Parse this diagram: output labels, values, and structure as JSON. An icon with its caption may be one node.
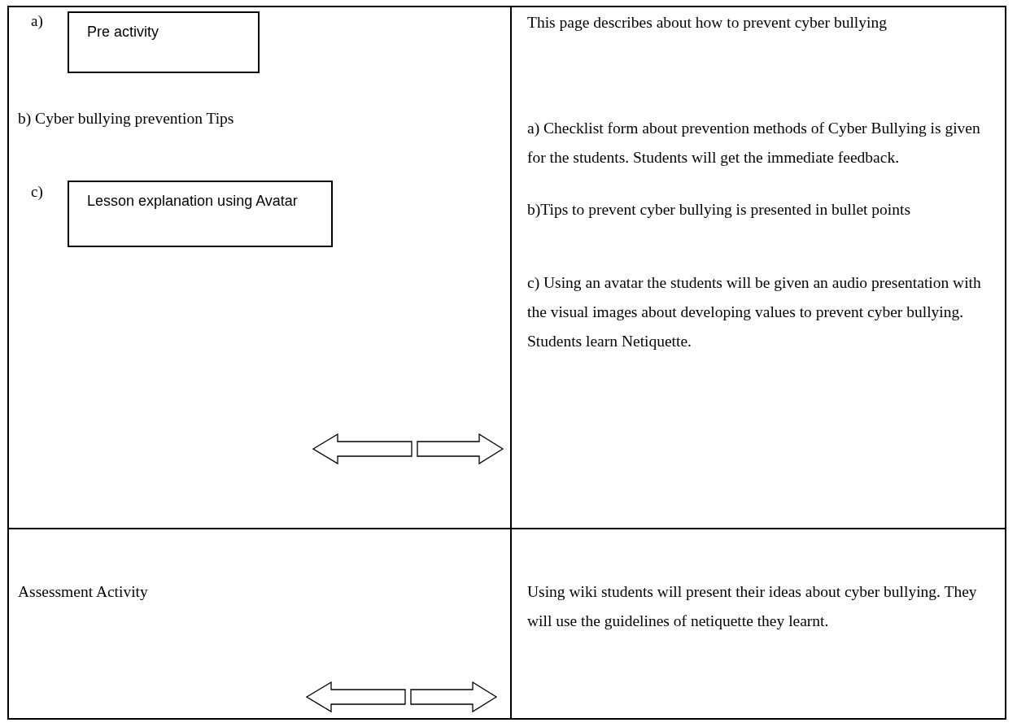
{
  "diagram": {
    "nodes": [
      {
        "text": [
          "Pre activity"
        ],
        "beside": [
          "a)"
        ]
      },
      {
        "text": [
          "Lesson explanation using Avatar"
        ],
        "beside": [
          "c)"
        ]
      }
    ],
    "labels": [
      "b) Cyber bullying prevention Tips",
      "This page describes about how to prevent cyber bullying",
      "a) Checklist form about prevention methods of Cyber Bullying is given for the students. Students will get the immediate feedback.",
      "b)Tips to prevent cyber bullying is presented in bullet points",
      "c) Using an avatar the students will be given an audio presentation with the visual images about developing values to prevent cyber bullying. Students learn Netiquette.",
      "Assessment Activity",
      "Using wiki students will present their ideas about cyber bullying. They will use the guidelines of netiquette they learnt."
    ]
  }
}
